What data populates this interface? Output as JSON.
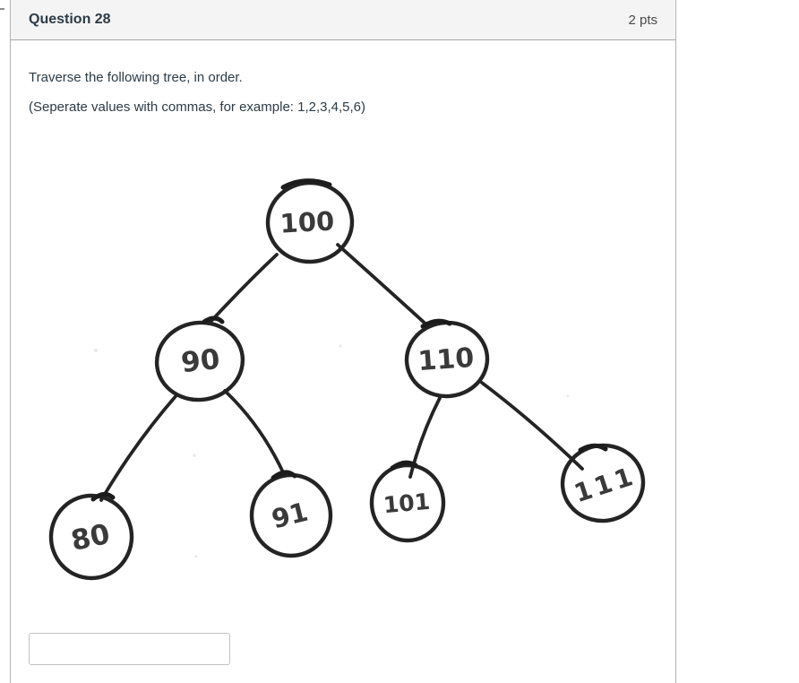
{
  "header": {
    "title": "Question 28",
    "points": "2 pts"
  },
  "body": {
    "prompt": "Traverse the following tree, in order.",
    "hint": "(Seperate values with commas, for example: 1,2,3,4,5,6)"
  },
  "answer": {
    "value": "",
    "placeholder": ""
  },
  "tree": {
    "type": "hand-drawn binary tree",
    "nodes": [
      {
        "id": "100",
        "label": "100",
        "role": "root"
      },
      {
        "id": "90",
        "label": "90",
        "role": "left child of 100"
      },
      {
        "id": "110",
        "label": "110",
        "role": "right child of 100"
      },
      {
        "id": "80",
        "label": "80",
        "role": "left child of 90"
      },
      {
        "id": "91",
        "label": "91",
        "role": "right child of 90"
      },
      {
        "id": "101",
        "label": "101",
        "role": "left child of 110"
      },
      {
        "id": "111",
        "label": "111",
        "role": "right child of 110"
      }
    ],
    "edges": [
      {
        "from": "100",
        "to": "90"
      },
      {
        "from": "100",
        "to": "110"
      },
      {
        "from": "90",
        "to": "80"
      },
      {
        "from": "90",
        "to": "91"
      },
      {
        "from": "110",
        "to": "101"
      },
      {
        "from": "110",
        "to": "111"
      }
    ]
  },
  "colors": {
    "header_bg": "#f4f4f4",
    "panel_border": "#b3b3b3",
    "header_divider": "#a6a6a6",
    "text": "#2d3b45",
    "ink": "#242424",
    "input_border": "#c2c2c2"
  }
}
